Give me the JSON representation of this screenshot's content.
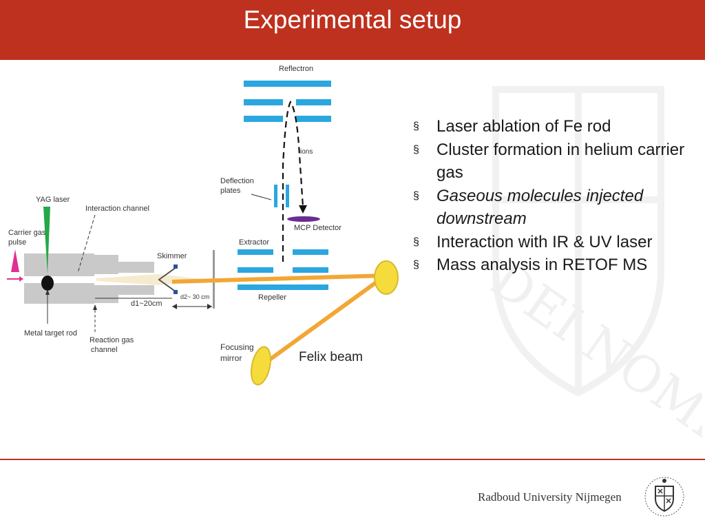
{
  "title": "Experimental setup",
  "bullets": [
    {
      "text": "Laser ablation of Fe rod",
      "italic": false
    },
    {
      "text": "Cluster formation in helium carrier gas",
      "italic": false
    },
    {
      "text": "Gaseous molecules injected downstream",
      "italic": true
    },
    {
      "text": "Interaction with IR & UV laser",
      "italic": false
    },
    {
      "text": "Mass analysis in RETOF MS",
      "italic": false
    }
  ],
  "bullet_marker": "§",
  "diagram": {
    "reflectron": "Reflectron",
    "ions": "ions",
    "deflection_plates": [
      "Deflection",
      "plates"
    ],
    "mcp_detector": "MCP Detector",
    "extractor": "Extractor",
    "repeller": "Repeller",
    "yag_laser": "YAG laser",
    "interaction_channel": "Interaction channel",
    "carrier_gas_pulse": [
      "Carrier gas",
      "pulse"
    ],
    "skimmer": "Skimmer",
    "d1": "d1~20cm",
    "d2": "d2~ 30 cm",
    "metal_target_rod": "Metal target rod",
    "reaction_gas_channel": [
      "Reaction gas",
      "channel"
    ],
    "focusing_mirror": [
      "Focusing",
      "mirror"
    ],
    "felix_beam": "Felix beam"
  },
  "footer": {
    "university": "Radboud University Nijmegen",
    "watermark_text": "DEI NOMINE FE"
  },
  "colors": {
    "header": "#be311e",
    "plates": "#2aa7df",
    "detector": "#6b2c91",
    "laser_yag": "#25a848",
    "carrier_pulse": "#e0318f",
    "felix_beam": "#f2a735",
    "mirror": "#f5dc3c"
  }
}
